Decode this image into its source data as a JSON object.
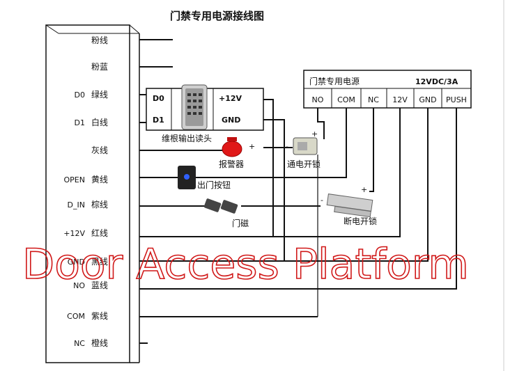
{
  "title": "门禁专用电源接线图",
  "controller": {
    "rows": [
      {
        "pin": "",
        "wire": "粉线"
      },
      {
        "pin": "",
        "wire": "粉蓝"
      },
      {
        "pin": "D0",
        "wire": "绿线"
      },
      {
        "pin": "D1",
        "wire": "白线"
      },
      {
        "pin": "",
        "wire": "灰线"
      },
      {
        "pin": "OPEN",
        "wire": "黄线"
      },
      {
        "pin": "D_IN",
        "wire": "棕线"
      },
      {
        "pin": "+12V",
        "wire": "红线"
      },
      {
        "pin": "GND",
        "wire": "黑线"
      },
      {
        "pin": "NO",
        "wire": "蓝线"
      },
      {
        "pin": "COM",
        "wire": "紫线"
      },
      {
        "pin": "NC",
        "wire": "橙线"
      }
    ]
  },
  "reader": {
    "d0": "D0",
    "d1": "D1",
    "v12": "+12V",
    "gnd": "GND",
    "caption": "维根输出读头"
  },
  "power_supply": {
    "title": "门禁专用电源",
    "rating": "12VDC/3A",
    "terminals": [
      "NO",
      "COM",
      "NC",
      "12V",
      "GND",
      "PUSH"
    ]
  },
  "devices": {
    "alarm": "报警器",
    "exit_button": "出门按钮",
    "door_magnet": "门磁",
    "fail_secure_lock": "通电开锁",
    "fail_safe_lock": "断电开锁",
    "plus": "+",
    "minus": "-"
  },
  "watermark": "Door Access Platform"
}
